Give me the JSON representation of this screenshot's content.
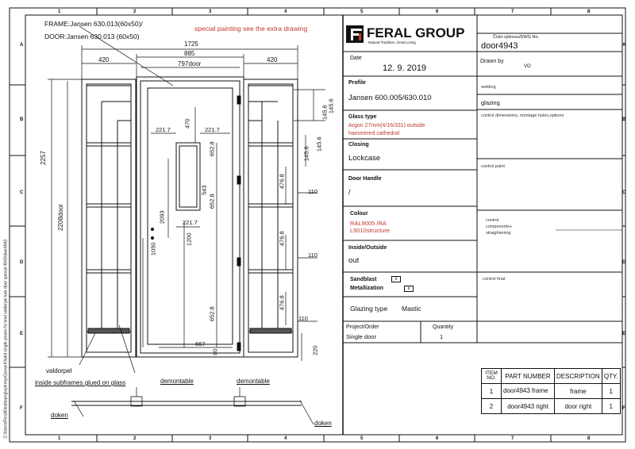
{
  "side_path": "C:\\Users\\Feral\\Desktop\\rg\\vykresy\\Gamal Khalid single jansen fix tmel valdorpel lock door special 4943\\door4943",
  "zones_top": [
    "1",
    "2",
    "3",
    "4",
    "5",
    "6",
    "7",
    "8"
  ],
  "zones_side": [
    "A",
    "B",
    "C",
    "D",
    "E",
    "F"
  ],
  "drawing": {
    "frame_spec": "FRAME:Jansen 630.013(60x50)/",
    "door_spec": "DOOR:Jansen 630.013 (60x50)",
    "special_note": "special painting see the extra drawing",
    "dims": {
      "overall_width": "1725",
      "left_side": "420",
      "right_side": "420",
      "door_frame": "885",
      "door_leaf": "797door",
      "height_overall": "2257",
      "height_door": "2208door",
      "d470": "470",
      "d221_7a": "221.7",
      "d221_7b": "221.7",
      "d221_7c": "221.7",
      "d652_8a": "652.8",
      "d652_8b": "652.8",
      "d652_8c": "652.8",
      "d543": "543",
      "d2093": "2093",
      "d1200": "1200",
      "d1050": "1050",
      "d667": "667",
      "d80": "80",
      "d145_6a": "145.6",
      "d145_6b": "145.6",
      "d145_6c": "145.6",
      "d145_6d": "145.6",
      "d476_8a": "476.8",
      "d476_8b": "476.8",
      "d476_8c": "476.8",
      "d110a": "110",
      "d110b": "110",
      "d110c": "110",
      "d220": "220"
    },
    "callouts": {
      "valdorpel": "valdorpel",
      "subframes": "inside subframes glued on glass",
      "demontable_left": "demontable",
      "demontable_right": "demontable",
      "doken_left": "doken",
      "doken_right": "doken"
    }
  },
  "title_block": {
    "company": "FERAL GROUP",
    "tagline": "Natural Tradition, Great Living",
    "dwg_no_label": "Číslo výkresu/DWG No.",
    "dwg_no": "door4943",
    "date_label": "Date",
    "date": "12. 9. 2019",
    "drawn_by_label": "Drawn by",
    "drawn_by": "VO",
    "profile_label": "Profile",
    "profile": "Jansen 600.005/630.010",
    "glass_label": "Glass type",
    "glass_line1": "Argon 27mm(4/16/331) outside",
    "glass_line2": "hammered cathedral",
    "closing_label": "Closing",
    "closing": "Lockcase",
    "handle_label": "Door Handle",
    "handle": "/",
    "colour_label": "Colour",
    "colour_line1": "RAL9005 /RA",
    "colour_line2": "L9010structure",
    "inout_label": "Inside/Outside",
    "inout": "out",
    "sandblast_label": "Sandblast",
    "sandblast_mark": "x",
    "metallization_label": "Metallization",
    "metallization_mark": "x",
    "glazing_type_label": "Glazing type",
    "glazing_type": "Mastic",
    "project_label": "Project/Order",
    "project": "Single door",
    "qty_label": "Quantity",
    "qty": "1",
    "checks": {
      "welding": "welding",
      "glazing": "glazing",
      "control_dims": "control dimensions, montage holes,options",
      "control_paint": "control paint",
      "control_comp1": "control",
      "control_comp2": "components+",
      "control_comp3": "straightening",
      "control_final": "control final"
    }
  },
  "parts_table": {
    "headers": [
      "ITEM NO.",
      "PART NUMBER",
      "DESCRIPTION",
      "QTY."
    ],
    "rows": [
      [
        "1",
        "door4943 frame",
        "frame",
        "1"
      ],
      [
        "2",
        "door4943 right",
        "door right",
        "1"
      ]
    ]
  }
}
